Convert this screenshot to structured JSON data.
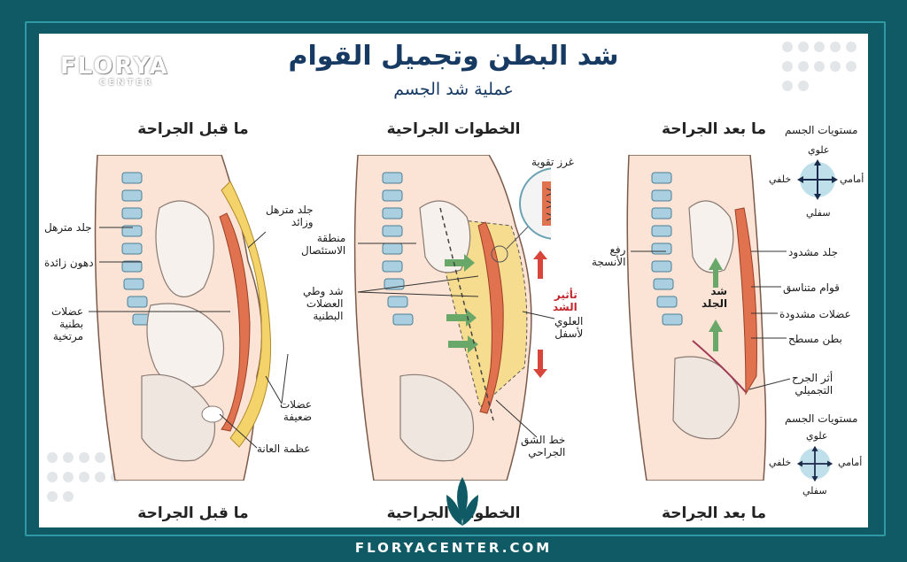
{
  "brand": {
    "logo_main": "FLORYA",
    "logo_sub": "CENTER",
    "url": "FLORYACENTER.COM"
  },
  "header": {
    "title": "شد البطن وتجميل القوام",
    "subtitle": "عملية شد الجسم"
  },
  "panels": {
    "before": {
      "title": "ما قبل الجراحة",
      "footer": "ما قبل الجراحة",
      "labels": {
        "sagging_skin": "جلد مترهل",
        "excess_fat": "دهون زائدة",
        "lax_muscles": [
          "عضلات",
          "بطنية",
          "مرتخية"
        ],
        "excess_skin": [
          "جلد مترهل",
          "وزائد"
        ],
        "weak_muscles": [
          "عضلات",
          "ضعيفة"
        ],
        "pubic_bone": "عظمة العانة"
      }
    },
    "steps": {
      "title": "الخطوات الجراحية",
      "footer": "الخطوات الجراحية",
      "labels": {
        "reinforce_stitches": "غرز تقوية",
        "excision_zone": [
          "منطقة",
          "الاستئصال"
        ],
        "muscle_tightening": [
          "شد وطي",
          "العضلات",
          "البطنية"
        ],
        "lift_effect": [
          "تأثير",
          "الشد"
        ],
        "upper_down": [
          "العلوي",
          "لأسفل"
        ],
        "incision_line": [
          "خط الشق",
          "الجراحي"
        ]
      }
    },
    "after": {
      "title": "ما بعد الجراحة",
      "footer": "ما بعد الجراحة",
      "labels": {
        "tissue_lift": [
          "رفع",
          "الأنسجة"
        ],
        "skin_lift": [
          "شد",
          "الجلد"
        ],
        "tight_skin": "جلد مشدود",
        "harmonious_body": "قوام متناسق",
        "tightened_muscles": "عضلات مشدودة",
        "flat_belly": "بطن مسطح",
        "scar": [
          "أثر الجرح",
          "التجميلي"
        ]
      }
    }
  },
  "planes": {
    "title": "مستويات الجسم",
    "up": "علوي",
    "down": "سفلي",
    "front": "أمامي",
    "back": "خلفي"
  },
  "colors": {
    "teal": "#0f5a64",
    "muscle": "#e0724f",
    "fat": "#f3d36a",
    "bone": "#a9cfe0",
    "arrow_green": "#6aa86a",
    "arrow_red": "#d8453b"
  }
}
